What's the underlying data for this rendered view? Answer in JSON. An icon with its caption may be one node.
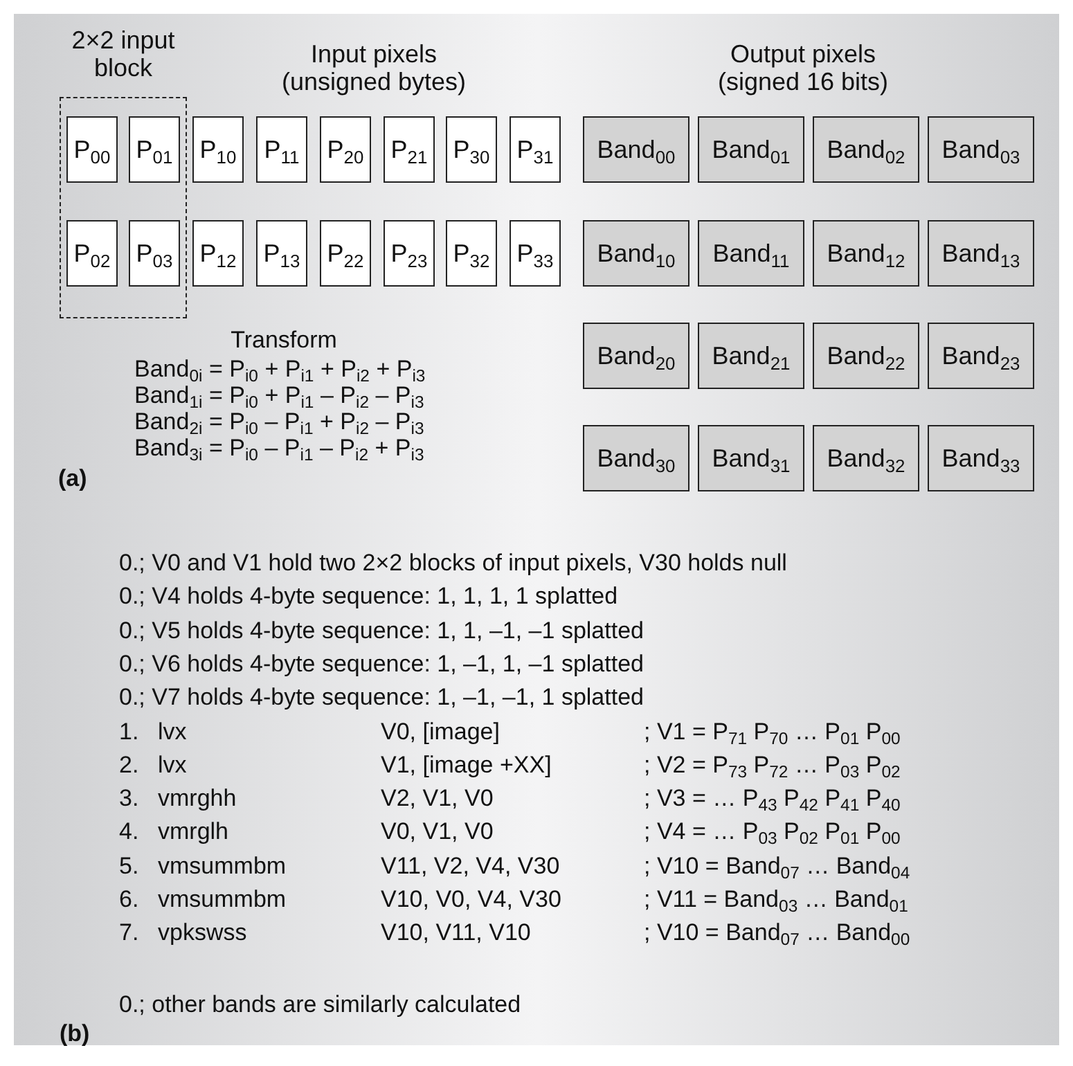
{
  "diagram": {
    "nodes": [
      {
        "text": [
          "2×2 input block"
        ]
      },
      {
        "text": [
          "P$_{00}$"
        ],
        "in": 0
      },
      {
        "text": [
          "P$_{01}$"
        ],
        "in": 0
      },
      {
        "text": [
          "P$_{10}$"
        ]
      },
      {
        "text": [
          "P$_{11}$"
        ]
      },
      {
        "text": [
          "P$_{20}$"
        ]
      },
      {
        "text": [
          "P$_{21}$"
        ]
      },
      {
        "text": [
          "P$_{30}$"
        ]
      },
      {
        "text": [
          "P$_{31}$"
        ]
      },
      {
        "text": [
          "Band$_{00}$"
        ]
      },
      {
        "text": [
          "Band$_{01}$"
        ]
      },
      {
        "text": [
          "Band$_{02}$"
        ]
      },
      {
        "text": [
          "Band$_{03}$"
        ]
      },
      {
        "text": [
          "P$_{02}$"
        ],
        "in": 0
      },
      {
        "text": [
          "P$_{03}$"
        ],
        "in": 0
      },
      {
        "text": [
          "P$_{12}$"
        ]
      },
      {
        "text": [
          "P$_{13}$"
        ]
      },
      {
        "text": [
          "P$_{22}$"
        ]
      },
      {
        "text": [
          "P$_{23}$"
        ]
      },
      {
        "text": [
          "P$_{32}$"
        ]
      },
      {
        "text": [
          "P$_{33}$"
        ]
      },
      {
        "text": [
          "Band$_{10}$"
        ]
      },
      {
        "text": [
          "Band$_{11}$"
        ]
      },
      {
        "text": [
          "Band$_{12}$"
        ]
      },
      {
        "text": [
          "Band$_{13}$"
        ]
      },
      {
        "text": [
          "Band$_{20}$"
        ]
      },
      {
        "text": [
          "Band$_{21}$"
        ]
      },
      {
        "text": [
          "Band$_{22}$"
        ]
      },
      {
        "text": [
          "Band$_{23}$"
        ]
      },
      {
        "text": [
          "Band$_{30}$"
        ]
      },
      {
        "text": [
          "Band$_{31}$"
        ]
      },
      {
        "text": [
          "Band$_{32}$"
        ]
      },
      {
        "text": [
          "Band$_{33}$"
        ]
      }
    ],
    "labels": [
      "Input pixels (unsigned bytes)",
      "Output pixels (signed 16 bits)",
      "Transform",
      "Band$_{0i}$ = P$_{i0}$ + P$_{i1}$ + P$_{i2}$ + P$_{i3}$",
      "Band$_{1i}$ = P$_{i0}$ + P$_{i1}$ – P$_{i2}$ – P$_{i3}$",
      "Band$_{2i}$ = P$_{i0}$ – P$_{i1}$ + P$_{i2}$ – P$_{i3}$",
      "Band$_{3i}$ = P$_{i0}$ – P$_{i1}$ – P$_{i2}$ + P$_{i3}$",
      "(a)",
      "0.; V0 and V1 hold two 2×2 blocks of input pixels, V30 holds null",
      "0.; V4 holds 4-byte sequence: 1, 1, 1, 1 splatted",
      "0.; V5 holds 4-byte sequence: 1, 1, –1, –1 splatted",
      "0.; V6 holds 4-byte sequence: 1, –1, 1, –1 splatted",
      "0.; V7 holds 4-byte sequence: 1, –1, –1, 1 splatted",
      "1.",
      "lvx",
      "V0, [image]",
      "; V1 = P$_{71}$ P$_{70}$ … P$_{01}$ P$_{00}$",
      "2.",
      "lvx",
      "V1, [image +XX]",
      "; V2 = P$_{73}$ P$_{72}$ … P$_{03}$ P$_{02}$",
      "3.",
      "vmrghh",
      "V2, V1, V0",
      "; V3 = … P$_{43}$ P$_{42}$ P$_{41}$ P$_{40}$",
      "4.",
      "vmrglh",
      "V0, V1, V0",
      "; V4 = … P$_{03}$ P$_{02}$ P$_{01}$ P$_{00}$",
      "5.",
      "vmsummbm",
      "V11, V2, V4, V30",
      "; V10 = Band$_{07}$ … Band$_{04}$",
      "6.",
      "vmsummbm",
      "V10, V0, V4, V30",
      "; V11 = Band$_{03}$ … Band$_{01}$",
      "7.",
      "vpkswss",
      "V10, V11, V10",
      "; V10 = Band$_{07}$ … Band$_{00}$",
      "0.; other bands are similarly calculated",
      "(b)"
    ]
  }
}
